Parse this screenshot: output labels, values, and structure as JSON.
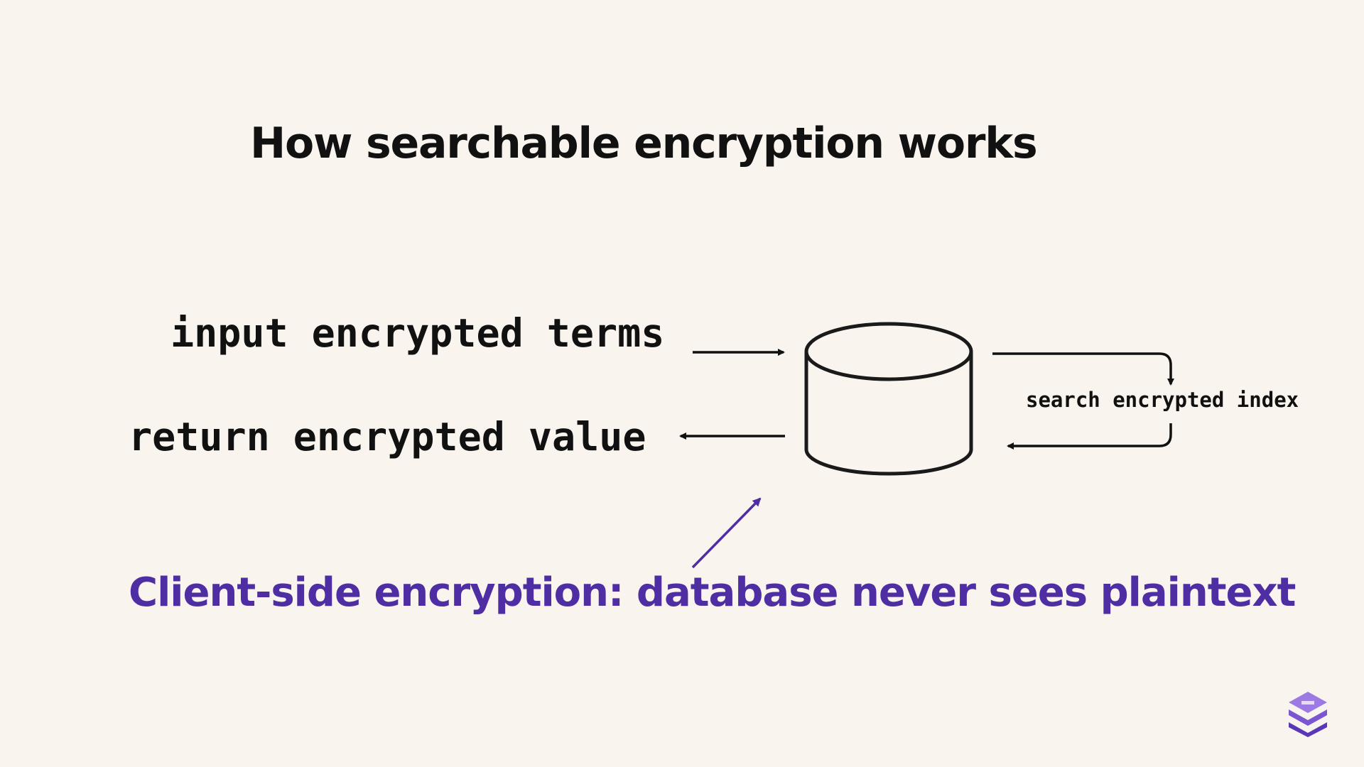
{
  "title": "How searchable encryption works",
  "labels": {
    "input": "input encrypted terms",
    "return": "return encrypted value",
    "search": "search encrypted index"
  },
  "footer": "Client-side encryption: database never sees plaintext",
  "icons": {
    "database": "database-cylinder-icon",
    "logo": "stacked-layers-logo-icon"
  },
  "colors": {
    "background": "#F9F5EE",
    "text": "#111111",
    "accent": "#4F2DA3",
    "logo_light": "#9B7BE3",
    "logo_dark": "#5A36B8"
  }
}
